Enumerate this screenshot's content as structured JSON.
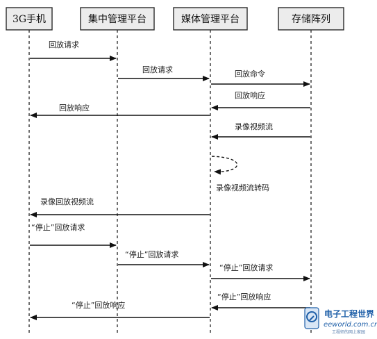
{
  "participants": [
    {
      "id": "phone",
      "label": "3G手机"
    },
    {
      "id": "central",
      "label": "集中管理平台"
    },
    {
      "id": "media",
      "label": "媒体管理平台"
    },
    {
      "id": "storage",
      "label": "存储阵列"
    }
  ],
  "messages": [
    {
      "from": "phone",
      "to": "central",
      "label": "回放请求"
    },
    {
      "from": "central",
      "to": "media",
      "label": "回放请求"
    },
    {
      "from": "media",
      "to": "storage",
      "label": "回放命令"
    },
    {
      "from": "storage",
      "to": "media",
      "label": "回放响应"
    },
    {
      "from": "media",
      "to": "phone",
      "label": "回放响应"
    },
    {
      "from": "storage",
      "to": "media",
      "label": "录像视频流"
    },
    {
      "from": "media",
      "to": "media",
      "label": "录像视频流转码",
      "self": true
    },
    {
      "from": "media",
      "to": "phone",
      "label": "录像回放视频流"
    },
    {
      "from": "phone",
      "to": "central",
      "label": "“停止”回放请求"
    },
    {
      "from": "central",
      "to": "media",
      "label": "“停止”回放请求"
    },
    {
      "from": "media",
      "to": "storage",
      "label": "“停止”回放请求"
    },
    {
      "from": "storage",
      "to": "media",
      "label": "“停止”回放响应"
    },
    {
      "from": "media",
      "to": "phone",
      "label": "“停止”回放响应"
    }
  ],
  "watermark": {
    "main": "电子工程世界",
    "site": "eeworld.com.cn",
    "tagline": "工程师的网上家园"
  },
  "colors": {
    "box_fill": "#ececec",
    "line": "#111111",
    "watermark": "#1e5fa8"
  }
}
